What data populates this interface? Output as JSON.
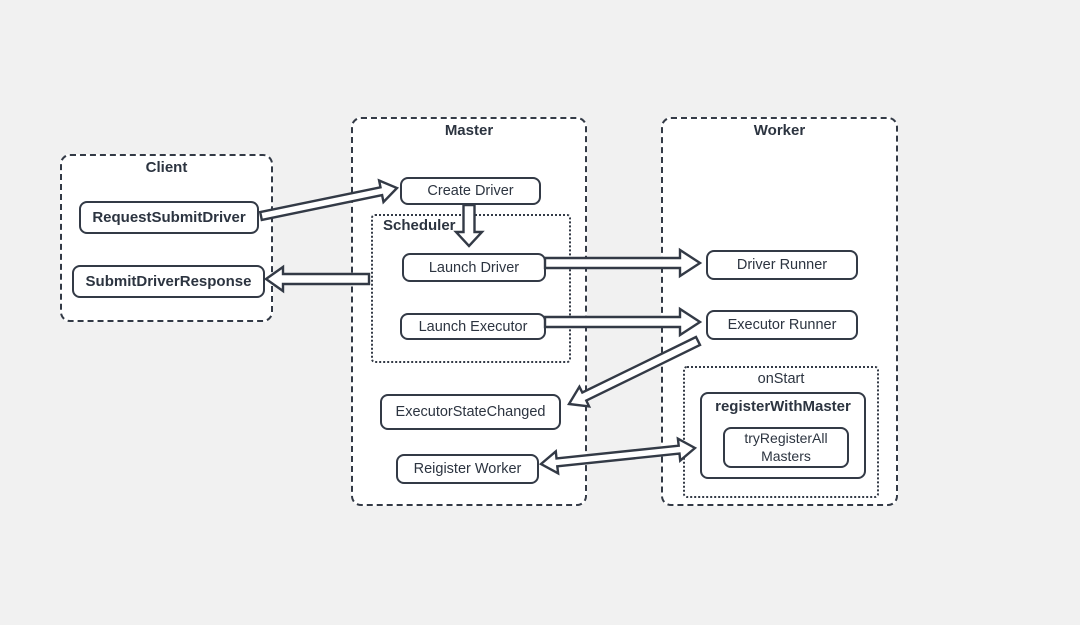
{
  "colors": {
    "background": "#f1f1f1",
    "surface": "#ffffff",
    "stroke": "#333a46"
  },
  "diagram": {
    "client": {
      "title": "Client",
      "nodes": {
        "request_submit_driver": "RequestSubmitDriver",
        "submit_driver_response": "SubmitDriverResponse"
      }
    },
    "master": {
      "title": "Master",
      "nodes": {
        "create_driver": "Create Driver",
        "executor_state_changed": "ExecutorStateChanged",
        "reigister_worker": "Reigister Worker"
      },
      "scheduler": {
        "title": "Scheduler",
        "nodes": {
          "launch_driver": "Launch Driver",
          "launch_executor": "Launch Executor"
        }
      }
    },
    "worker": {
      "title": "Worker",
      "nodes": {
        "driver_runner": "Driver Runner",
        "executor_runner": "Executor Runner"
      },
      "on_start": {
        "title": "onStart",
        "register_with_master": {
          "title": "registerWithMaster",
          "try_register_all_masters_lines": [
            "tryRegisterAll",
            "Masters"
          ]
        }
      }
    },
    "arrows": [
      {
        "name": "arrow-request-submit-driver-to-create-driver",
        "from": "RequestSubmitDriver",
        "to": "Create Driver",
        "double_headed": false
      },
      {
        "name": "arrow-create-driver-to-launch-driver",
        "from": "Create Driver",
        "to": "Launch Driver",
        "double_headed": false
      },
      {
        "name": "arrow-launch-driver-to-driver-runner",
        "from": "Launch Driver",
        "to": "Driver Runner",
        "double_headed": false
      },
      {
        "name": "arrow-launch-executor-to-executor-runner",
        "from": "Launch Executor",
        "to": "Executor Runner",
        "double_headed": false
      },
      {
        "name": "arrow-scheduler-to-submit-driver-response",
        "from": "Scheduler",
        "to": "SubmitDriverResponse",
        "double_headed": false
      },
      {
        "name": "arrow-executor-runner-to-executor-state-changed",
        "from": "Executor Runner",
        "to": "ExecutorStateChanged",
        "double_headed": false
      },
      {
        "name": "arrow-try-register-all-masters-to-reigister-worker",
        "from": "tryRegisterAll Masters",
        "to": "Reigister Worker",
        "double_headed": true
      }
    ]
  }
}
